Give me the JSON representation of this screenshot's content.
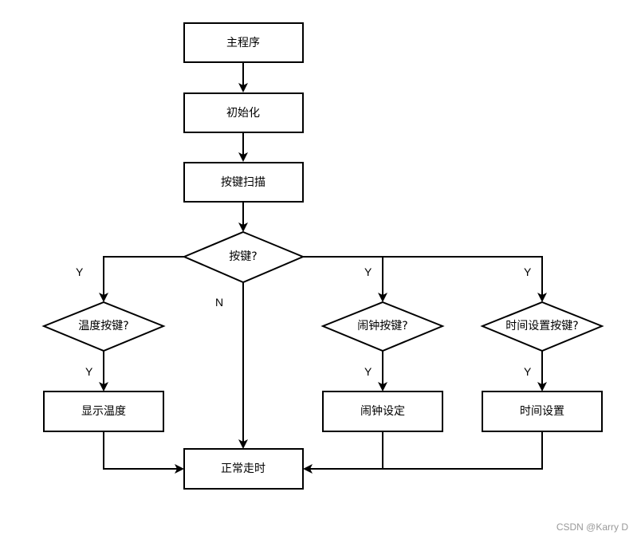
{
  "nodes": {
    "main": "主程序",
    "init": "初始化",
    "scan": "按键扫描",
    "key_decision": "按键?",
    "temp_decision": "温度按键?",
    "alarm_decision": "闹钟按键?",
    "time_decision": "时间设置按键?",
    "show_temp": "显示温度",
    "alarm_set": "闹钟设定",
    "time_set": "时间设置",
    "normal": "正常走时"
  },
  "edge_labels": {
    "key_to_temp": "Y",
    "key_no": "N",
    "key_to_alarm": "Y",
    "key_to_time": "Y",
    "temp_yes": "Y",
    "alarm_yes": "Y",
    "time_yes": "Y"
  },
  "watermark": "CSDN @Karry D"
}
